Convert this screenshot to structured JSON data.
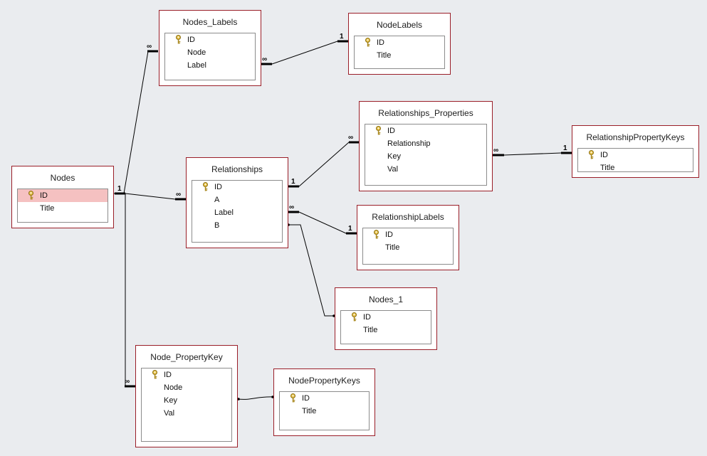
{
  "tables": {
    "nodes_labels": {
      "title": "Nodes_Labels",
      "fields": [
        "ID",
        "Node",
        "Label"
      ]
    },
    "nodelabels": {
      "title": "NodeLabels",
      "fields": [
        "ID",
        "Title"
      ]
    },
    "nodes": {
      "title": "Nodes",
      "fields": [
        "ID",
        "Title"
      ]
    },
    "relationships": {
      "title": "Relationships",
      "fields": [
        "ID",
        "A",
        "Label",
        "B"
      ]
    },
    "rel_properties": {
      "title": "Relationships_Properties",
      "fields": [
        "ID",
        "Relationship",
        "Key",
        "Val"
      ]
    },
    "rel_prop_keys": {
      "title": "RelationshipPropertyKeys",
      "fields": [
        "ID",
        "Title"
      ]
    },
    "rel_labels": {
      "title": "RelationshipLabels",
      "fields": [
        "ID",
        "Title"
      ]
    },
    "nodes_1": {
      "title": "Nodes_1",
      "fields": [
        "ID",
        "Title"
      ]
    },
    "node_propkey": {
      "title": "Node_PropertyKey",
      "fields": [
        "ID",
        "Node",
        "Key",
        "Val"
      ]
    },
    "nodepropkeys": {
      "title": "NodePropertyKeys",
      "fields": [
        "ID",
        "Title"
      ]
    }
  },
  "selected_field": "Nodes.ID",
  "primary_key_icon": "key-icon",
  "cardinality": {
    "one": "1",
    "many": "∞"
  },
  "colors": {
    "background": "#eaecef",
    "table_border": "#9a1e28",
    "selected_row": "#f5c1c1",
    "line": "#000000",
    "key_icon": "#c9a227"
  }
}
